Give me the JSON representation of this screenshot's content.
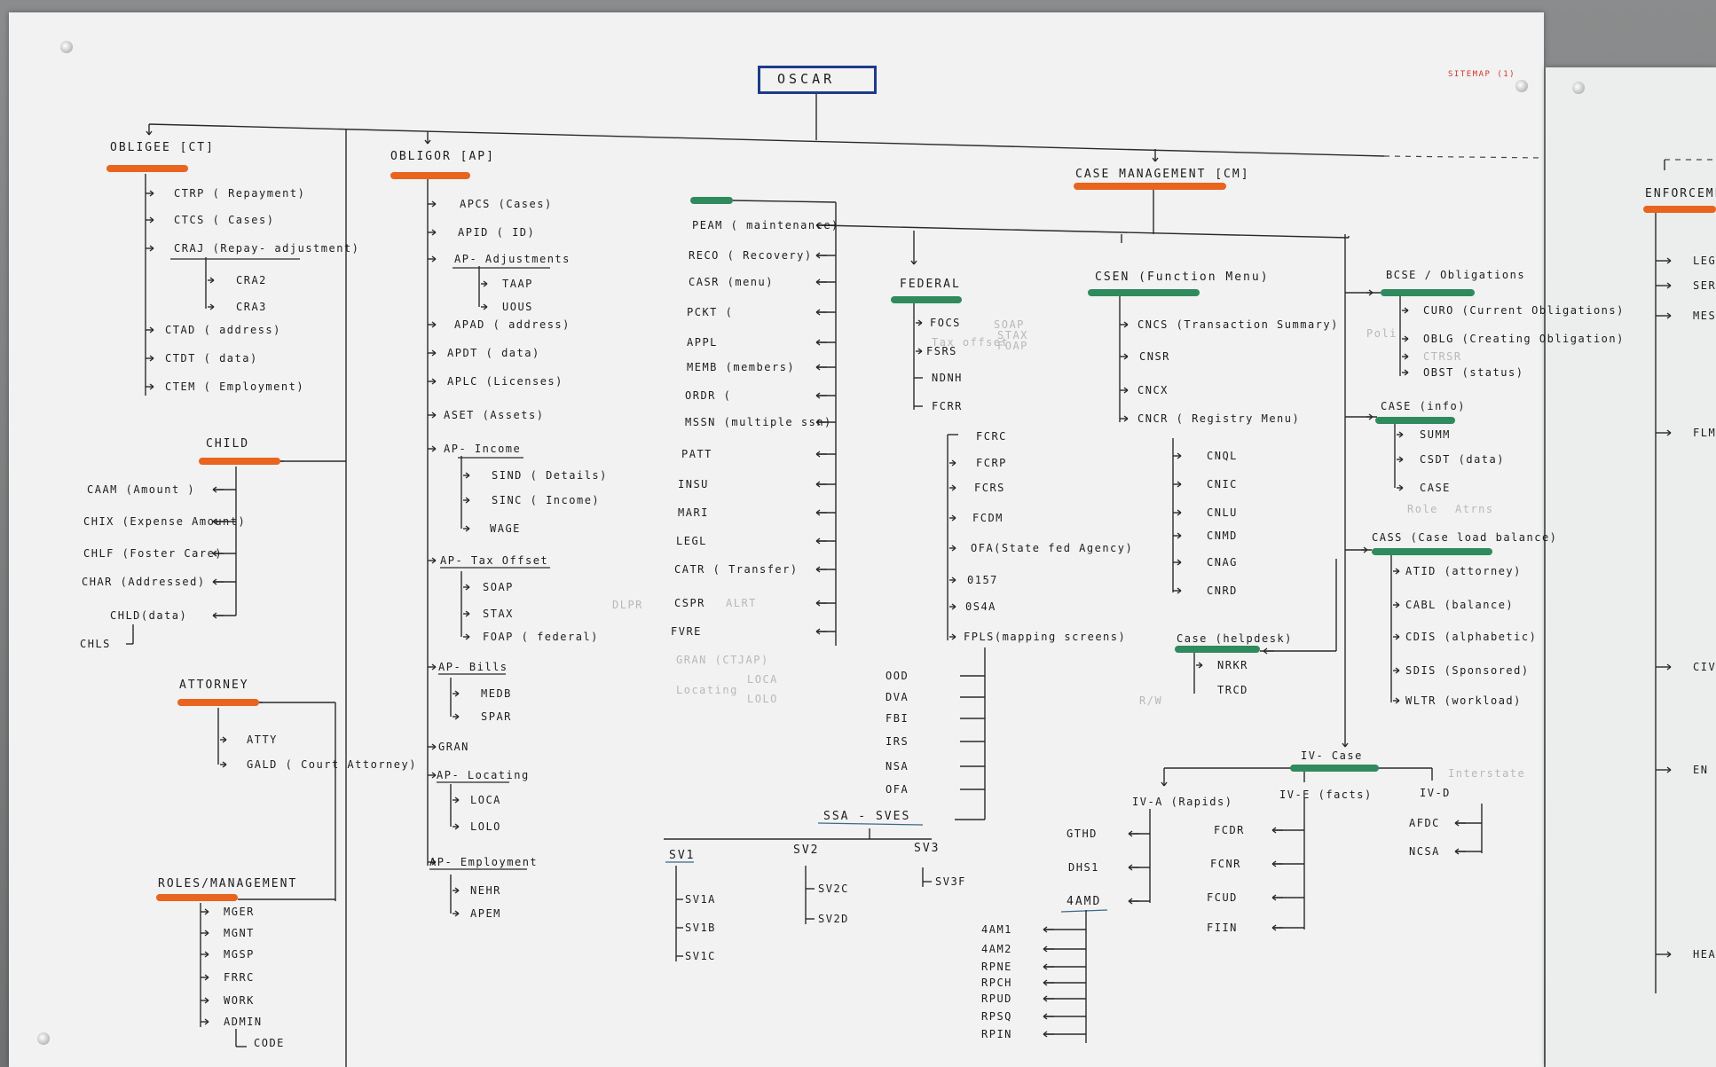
{
  "title": "OSCAR",
  "sitemap_note": "SITEMAP (1)",
  "colors": {
    "orange": "#e8641f",
    "green": "#2f8a5e",
    "blue": "#1d3b8a",
    "ink": "#1d1d1d"
  },
  "obligee": {
    "header": "OBLIGEE [CT]",
    "items": [
      "CTRP ( Repayment)",
      "CTCS ( Cases)",
      "CRAJ (Repay- adjustment)",
      "CRA2",
      "CRA3",
      "CTAD ( address)",
      "CTDT ( data)",
      "CTEM ( Employment)"
    ]
  },
  "child": {
    "header": "CHILD",
    "items": [
      "CAAM (Amount )",
      "CHIX (Expense Amount)",
      "CHLF (Foster Care)",
      "CHAR (Addressed)",
      "CHLD(data)",
      "CHLS"
    ]
  },
  "attorney": {
    "header": "ATTORNEY",
    "items": [
      "ATTY",
      "GALD ( Court Attorney)"
    ]
  },
  "roles": {
    "header": "ROLES/MANAGEMENT",
    "items": [
      "MGER",
      "MGNT",
      "MGSP",
      "FRRC",
      "WORK",
      "ADMIN",
      "CODE"
    ]
  },
  "obligor": {
    "header": "OBLIGOR [AP]",
    "items": [
      "APCS (Cases)",
      "APID ( ID)",
      "AP- Adjustments",
      "TAAP",
      "UOUS",
      "APAD ( address)",
      "APDT ( data)",
      "APLC (Licenses)",
      "ASET (Assets)",
      "AP- Income",
      "SIND ( Details)",
      "SINC ( Income)",
      "WAGE",
      "AP- Tax Offset",
      "SOAP",
      "STAX",
      "FOAP ( federal)",
      "AP- Bills",
      "MEDB",
      "SPAR",
      "GRAN",
      "AP- Locating",
      "LOCA",
      "LOLO",
      "AP- Employment",
      "NEHR",
      "APEM"
    ]
  },
  "maintenance": {
    "items": [
      "PEAM ( maintenance)",
      "RECO ( Recovery)",
      "CASR (menu)",
      "PCKT (",
      "APPL",
      "MEMB (members)",
      "ORDR (",
      "MSSN (multiple ssn)",
      "PATT",
      "INSU",
      "MARI",
      "LEGL",
      "CATR ( Transfer)",
      "CSPR",
      "FVRE",
      "GRAN (CTJAP)",
      "Locating",
      "LOCA",
      "LOLO"
    ],
    "faint_left": "DLPR",
    "faint_right": "ALRT"
  },
  "federal": {
    "header": "FEDERAL",
    "items": [
      "FOCS",
      "FSRS",
      "NDNH",
      "FCRR",
      "FCRC",
      "FCRP",
      "FCRS",
      "FCDM",
      "OFA(State fed Agency)",
      "0157",
      "0S4A",
      "FPLS(mapping screens)",
      "OOD",
      "DVA",
      "FBI",
      "IRS",
      "NSA",
      "OFA"
    ],
    "faint_note": "Tax offset",
    "faint_items": [
      "SOAP",
      "STAX",
      "FOAP"
    ]
  },
  "ssa": {
    "header": "SSA - SVES",
    "sv1": "SV1",
    "sv2": "SV2",
    "sv3": "SV3",
    "sv1_items": [
      "SV1A",
      "SV1B",
      "SV1C"
    ],
    "sv2_items": [
      "SV2C",
      "SV2D"
    ],
    "sv3_items": [
      "SV3F"
    ]
  },
  "case_management": {
    "header": "CASE MANAGEMENT [CM]"
  },
  "csen": {
    "header": "CSEN (Function Menu)",
    "items": [
      "CNCS (Transaction Summary)",
      "CNSR",
      "CNCX",
      "CNCR ( Registry Menu)",
      "CNQL",
      "CNIC",
      "CNLU",
      "CNMD",
      "CNAG",
      "CNRD"
    ]
  },
  "helpdesk": {
    "header": "Case (helpdesk)",
    "items": [
      "NRKR",
      "TRCD"
    ],
    "note": "R/W"
  },
  "bcse": {
    "header": "BCSE / Obligations",
    "items": [
      "CURO (Current Obligations)",
      "OBLG (Creating Obligation)",
      "CTRSR",
      "OBST (status)"
    ],
    "side_note": "Poli"
  },
  "case_info": {
    "header": "CASE (info)",
    "items": [
      "SUMM",
      "CSDT (data)",
      "CASE",
      "Role",
      "Atrns"
    ]
  },
  "cass": {
    "header": "CASS (Case load balance)",
    "items": [
      "ATID (attorney)",
      "CABL (balance)",
      "CDIS (alphabetic)",
      "SDIS (Sponsored)",
      "WLTR (workload)"
    ]
  },
  "ivcase": {
    "header": "IV- Case",
    "iva": "IV-A (Rapids)",
    "ive": "IV-E (facts)",
    "ivd": "IV-D",
    "ivd_note": "Interstate"
  },
  "iva_items": [
    "GTHD",
    "DHS1",
    "4AMD"
  ],
  "amd_items": [
    "4AM1",
    "4AM2",
    "RPNE",
    "RPCH",
    "RPUD",
    "RPSQ",
    "RPIN"
  ],
  "ive_items": [
    "FCDR",
    "FCNR",
    "FCUD",
    "FIIN"
  ],
  "ivd_items": [
    "AFDC",
    "NCSA"
  ],
  "enforcement": {
    "header": "ENFORCEMENT",
    "items": [
      "LEG",
      "SER",
      "MESS",
      "FLMI",
      "CIV",
      "EN",
      "HEAR"
    ]
  }
}
